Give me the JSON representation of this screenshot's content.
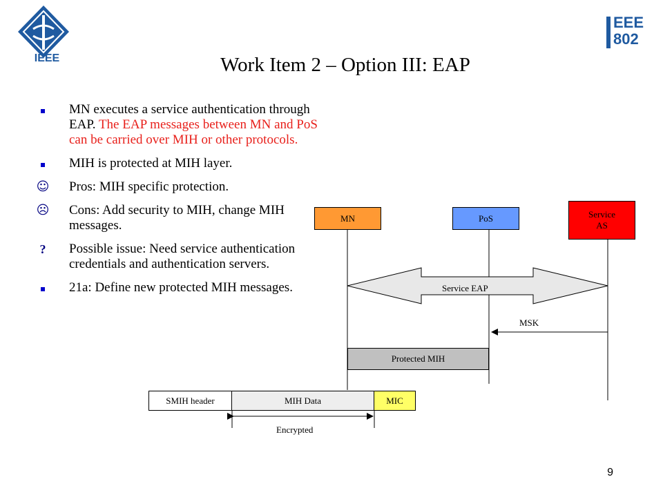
{
  "slide": {
    "title": "Work Item 2 – Option III: EAP",
    "page_number": "9"
  },
  "logos": {
    "left": {
      "name": "ieee-logo-icon",
      "wordmark": "IEEE"
    },
    "right": {
      "name": "ieee-802-logo-icon",
      "line1": "EEE",
      "line2": "802"
    }
  },
  "bullets": [
    {
      "marker": "square",
      "text": "MN executes a service authentication through EAP. ",
      "text_red": "The EAP messages between MN and PoS can be carried over MIH or other protocols."
    },
    {
      "marker": "square",
      "text": "MIH is protected at MIH layer."
    },
    {
      "marker": "smile",
      "text": "Pros: MIH specific protection."
    },
    {
      "marker": "frown",
      "text": "Cons: Add security to MIH, change MIH messages."
    },
    {
      "marker": "question",
      "text": "Possible issue: Need service authentication credentials and authentication servers."
    },
    {
      "marker": "square",
      "text": "21a: Define new protected MIH messages."
    }
  ],
  "diagram": {
    "entities": {
      "mn": "MN",
      "pos": "PoS",
      "service_as": "Service AS"
    },
    "service_eap": "Service EAP",
    "msk": "MSK",
    "protected_mih": "Protected MIH",
    "packet": {
      "header": "SMIH header",
      "data": "MIH Data",
      "mic": "MIC"
    },
    "encrypted": "Encrypted"
  },
  "colors": {
    "mn": "#ff9933",
    "pos": "#6699ff",
    "service_as": "#ff0000",
    "arrow_fill": "#e8e8e8",
    "protected_mih": "#c0c0c0",
    "mic": "#ffff66",
    "mih_data": "#eeeeee",
    "ieee_blue": "#1f5aa0",
    "bullet_marker": "#0000cc"
  }
}
